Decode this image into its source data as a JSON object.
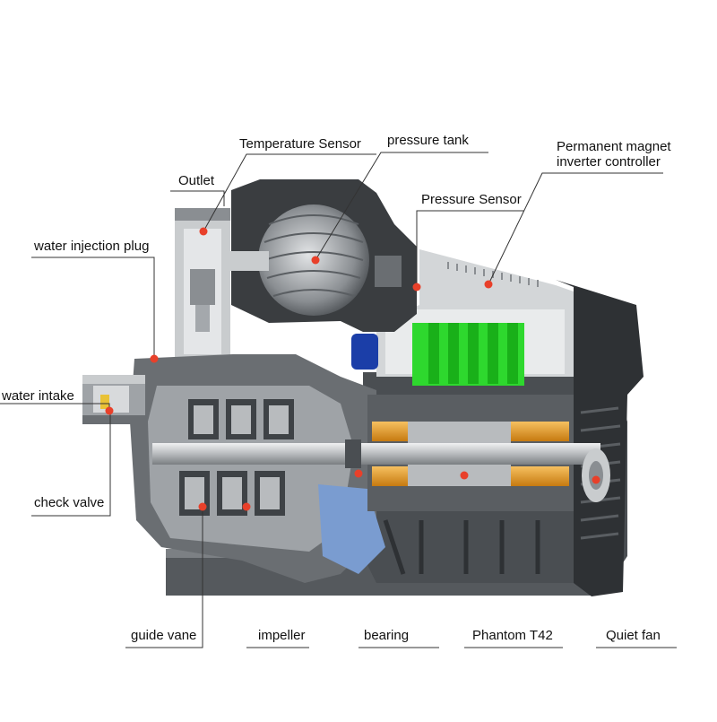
{
  "labels": {
    "temperature_sensor": "Temperature Sensor",
    "pressure_tank": "pressure tank",
    "inverter_line1": "Permanent magnet",
    "inverter_line2": "inverter controller",
    "outlet": "Outlet",
    "pressure_sensor": "Pressure Sensor",
    "water_injection_plug": "water injection plug",
    "water_intake": "water intake",
    "check_valve": "check valve",
    "guide_vane": "guide vane",
    "impeller": "impeller",
    "bearing": "bearing",
    "motor": "Phantom T42",
    "quiet_fan": "Quiet fan"
  },
  "colors": {
    "marker": "#e8402a",
    "controller_board": "#2ee02e",
    "magnet": "#e8a020",
    "body_dark": "#3a3d40",
    "body_mid": "#8a8e92",
    "body_light": "#c9ccce",
    "leader": "#333333"
  }
}
